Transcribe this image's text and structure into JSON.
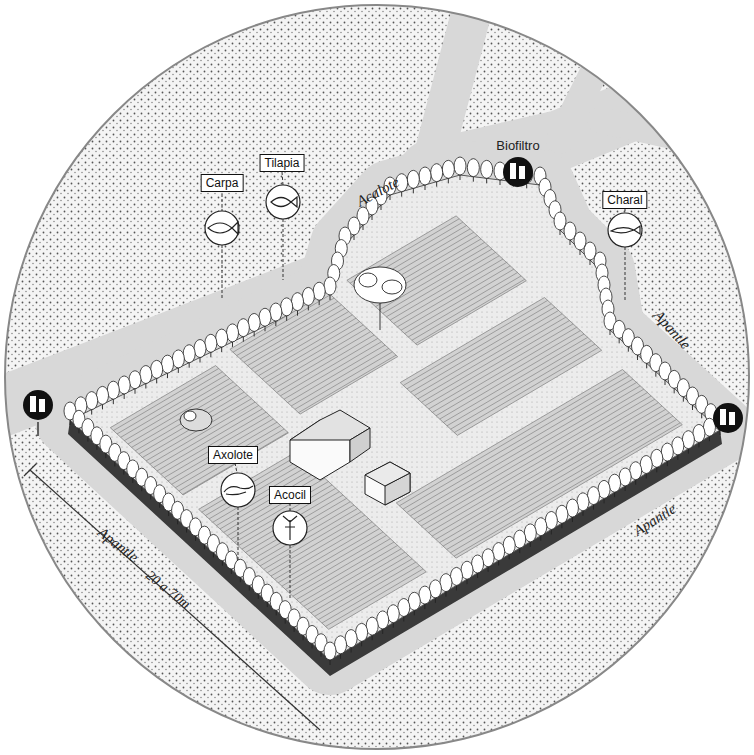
{
  "diagram": {
    "nodes": [
      {
        "text": [
          "Carpa"
        ]
      },
      {
        "text": [
          "Tilapia"
        ]
      },
      {
        "text": [
          "Charal"
        ]
      },
      {
        "text": [
          "Axolote"
        ]
      },
      {
        "text": [
          "Acocil"
        ]
      }
    ],
    "labels": [
      "Biofiltro",
      "Acalote",
      "Apantle",
      "Apantle",
      "Apantle",
      "20 a 70m"
    ]
  }
}
